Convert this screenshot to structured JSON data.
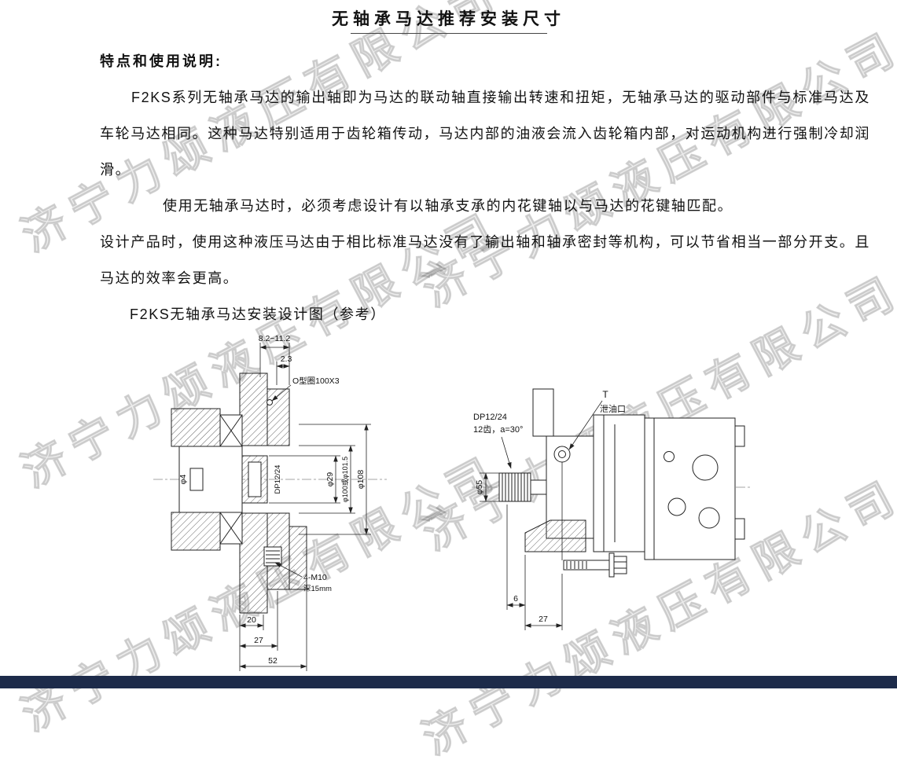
{
  "page": {
    "title": "无轴承马达推荐安装尺寸",
    "section_heading": "特点和使用说明:",
    "paragraphs": [
      "F2KS系列无轴承马达的输出轴即为马达的联动轴直接输出转速和扭矩，无轴承马达的驱动部件与标准马达及车轮马达相同。这种马达特别适用于齿轮箱传动，马达内部的油液会流入齿轮箱内部，对运动机构进行强制冷却润滑。",
      "使用无轴承马达时，必须考虑设计有以轴承支承的内花键轴以与马达的花键轴匹配。",
      "设计产品时，使用这种液压马达由于相比标准马达没有了输出轴和轴承密封等机构，可以节省相当一部分开支。且马达的效率会更高。"
    ],
    "figure_caption": "F2KS无轴承马达安装设计图（参考）"
  },
  "watermark": {
    "text": "济宁力颂液压有限公司"
  },
  "fig_left": {
    "dims": {
      "engagement_range": "8.2~11.2",
      "gap": "2.3",
      "oring": "O型圈100X3",
      "hole": "φ4",
      "spline": "DP12/24",
      "d29": "φ29",
      "pilot": "φ100或φ101.5",
      "d108": "φ108",
      "bolts": "4-M10",
      "bolt_depth": "深15mm",
      "w20": "20",
      "w27": "27",
      "w52": "52"
    }
  },
  "fig_right": {
    "labels": {
      "port": "T",
      "port_name": "泄油口",
      "spline": "DP12/24",
      "spline_spec": "12齿，a=30°",
      "d55": "φ55",
      "w6": "6",
      "w27": "27"
    }
  },
  "colors": {
    "footer_bar": "#1d2b4a"
  }
}
